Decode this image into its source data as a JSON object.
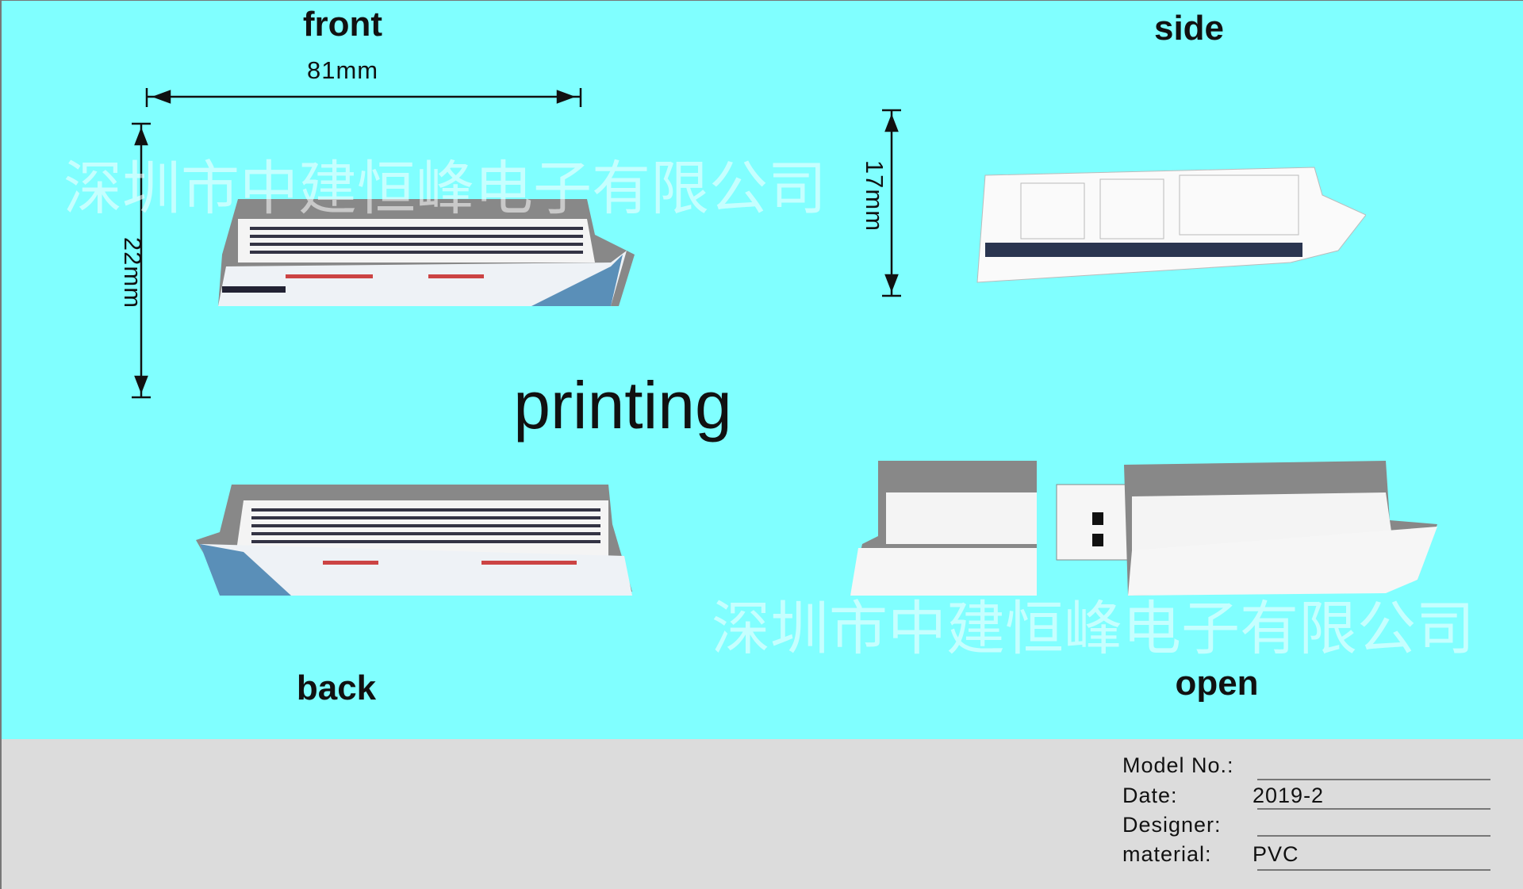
{
  "views": {
    "front": "front",
    "side": "side",
    "back": "back",
    "open": "open"
  },
  "dimensions": {
    "width": "81mm",
    "height": "22mm",
    "side_height": "17mm"
  },
  "center_label": "printing",
  "watermark": "深圳市中建恒峰电子有限公司",
  "form": {
    "model_label": "Model No.:",
    "model_value": "",
    "date_label": "Date:",
    "date_value": "2019-2",
    "designer_label": "Designer:",
    "designer_value": "",
    "material_label": "material:",
    "material_value": "PVC"
  },
  "colors": {
    "background": "#80ffff",
    "footer": "#dcdcdc"
  }
}
